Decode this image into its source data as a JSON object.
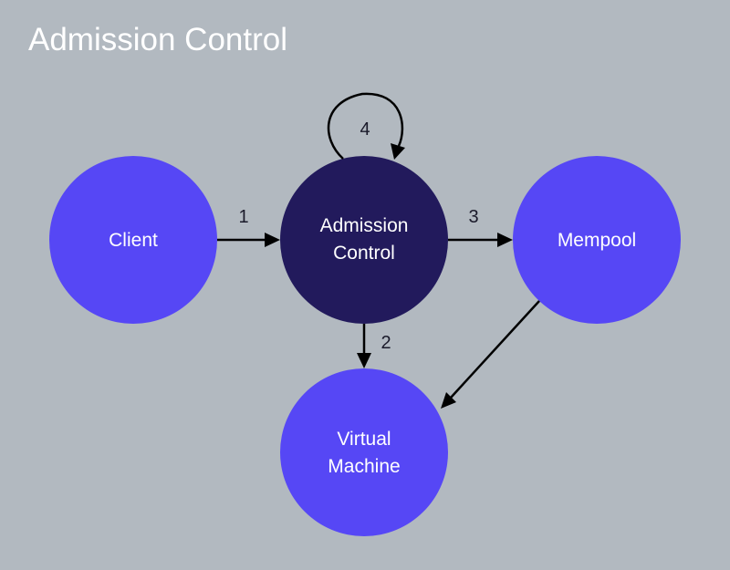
{
  "title": "Admission Control",
  "colors": {
    "background": "#b2b9c0",
    "node_fill": "#5647f5",
    "node_fill_active": "#221a5c",
    "edge": "#000000",
    "title_text": "#ffffff"
  },
  "nodes": {
    "client": {
      "line1": "Client",
      "line2": ""
    },
    "admission_control": {
      "line1": "Admission",
      "line2": "Control"
    },
    "mempool": {
      "line1": "Mempool",
      "line2": ""
    },
    "virtual_machine": {
      "line1": "Virtual",
      "line2": "Machine"
    }
  },
  "edges": {
    "client_to_admission": "1",
    "admission_to_vm": "2",
    "admission_to_mempool": "3",
    "admission_self_loop": "4"
  }
}
